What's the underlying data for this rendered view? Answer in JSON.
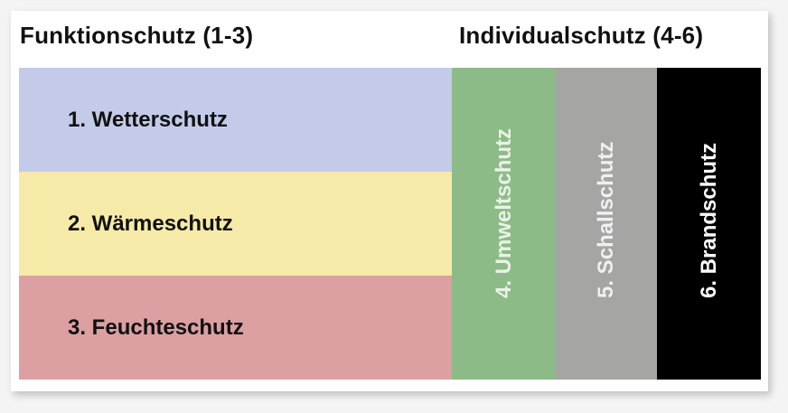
{
  "headings": {
    "left": "Funktionschutz (1-3)",
    "right": "Individualschutz (4-6)"
  },
  "rows": [
    {
      "label": "1. Wetterschutz",
      "color": "#c3cbe8"
    },
    {
      "label": "2. Wärmeschutz",
      "color": "#f6eaa8"
    },
    {
      "label": "3. Feuchteschutz",
      "color": "#dc9fa2"
    }
  ],
  "columns": [
    {
      "label": "4. Umweltschutz",
      "color": "#8dbb87",
      "text_color": "#e9f2e6"
    },
    {
      "label": "5. Schallschutz",
      "color": "#a5a5a3",
      "text_color": "#f0f0f0"
    },
    {
      "label": "6. Brandschutz",
      "color": "#000000",
      "text_color": "#ffffff"
    }
  ]
}
